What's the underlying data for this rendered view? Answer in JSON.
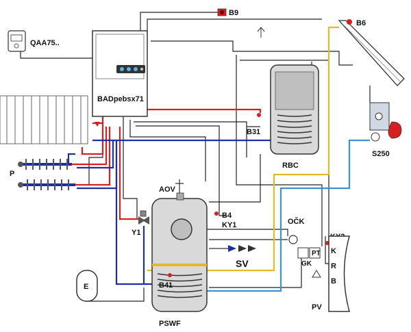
{
  "labels": {
    "room_unit": "QAA75..",
    "boiler": "BADpebsx71",
    "sensor_b9": "B9",
    "sensor_b6": "B6",
    "solar_station": "S250",
    "sensor_b31": "B31",
    "dhw_tank": "RBC",
    "pump_p": "P",
    "air_vent": "AOV",
    "sensor_b4": "B4",
    "relay_ky1": "KY1",
    "valve_y1": "Y1",
    "ock": "OČK",
    "relay_ky2": "KY2",
    "gk": "GK",
    "pt": "PT",
    "sv": "SV",
    "expansion_e": "E",
    "sensor_b41": "B41",
    "buffer_tank": "PSWF",
    "pv": "PV",
    "krb": [
      "K",
      "R",
      "B"
    ]
  },
  "colors": {
    "hot": "#d42020",
    "cold": "#1b2fa6",
    "solar": "#e5b82a",
    "return": "#3a8fd9",
    "wire": "#222222",
    "frame": "#555555"
  }
}
